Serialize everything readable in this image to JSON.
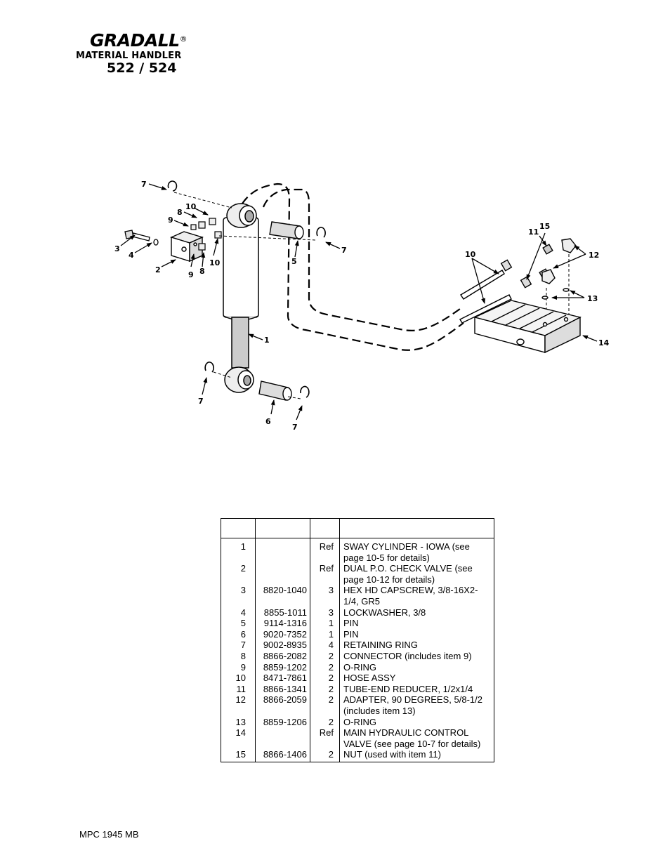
{
  "header": {
    "brand": "GRADALL",
    "registered": "®",
    "product": "MATERIAL HANDLER",
    "model": "522 / 524"
  },
  "diagram": {
    "callouts": [
      "7",
      "10",
      "8",
      "9",
      "3",
      "4",
      "2",
      "9",
      "8",
      "10",
      "5",
      "7",
      "1",
      "7",
      "6",
      "7",
      "11",
      "15",
      "12",
      "10",
      "13",
      "14"
    ]
  },
  "parts_table": {
    "headers": [
      "",
      "",
      "",
      ""
    ],
    "rows": [
      {
        "item": "1",
        "part": "",
        "qty": "Ref",
        "desc": "SWAY CYLINDER - IOWA (see page 10-5 for details)"
      },
      {
        "item": "2",
        "part": "",
        "qty": "Ref",
        "desc": "DUAL P.O. CHECK VALVE (see page 10-12 for details)"
      },
      {
        "item": "3",
        "part": "8820-1040",
        "qty": "3",
        "desc": "HEX HD CAPSCREW, 3/8-16X2-1/4, GR5"
      },
      {
        "item": "4",
        "part": "8855-1011",
        "qty": "3",
        "desc": "LOCKWASHER, 3/8"
      },
      {
        "item": "5",
        "part": "9114-1316",
        "qty": "1",
        "desc": "PIN"
      },
      {
        "item": "6",
        "part": "9020-7352",
        "qty": "1",
        "desc": "PIN"
      },
      {
        "item": "7",
        "part": "9002-8935",
        "qty": "4",
        "desc": "RETAINING RING"
      },
      {
        "item": "8",
        "part": "8866-2082",
        "qty": "2",
        "desc": "CONNECTOR (includes item 9)"
      },
      {
        "item": "9",
        "part": "8859-1202",
        "qty": "2",
        "desc": "O-RING"
      },
      {
        "item": "10",
        "part": "8471-7861",
        "qty": "2",
        "desc": "HOSE ASSY"
      },
      {
        "item": "11",
        "part": "8866-1341",
        "qty": "2",
        "desc": "TUBE-END REDUCER, 1/2x1/4"
      },
      {
        "item": "12",
        "part": "8866-2059",
        "qty": "2",
        "desc": "ADAPTER, 90 DEGREES, 5/8-1/2 (includes  item 13)"
      },
      {
        "item": "13",
        "part": "8859-1206",
        "qty": "2",
        "desc": "O-RING"
      },
      {
        "item": "14",
        "part": "",
        "qty": "Ref",
        "desc": "MAIN HYDRAULIC CONTROL VALVE (see page 10-7 for details)"
      },
      {
        "item": "15",
        "part": "8866-1406",
        "qty": "2",
        "desc": "NUT (used with item 11)"
      }
    ]
  },
  "footer": {
    "code": "MPC 1945 MB"
  }
}
